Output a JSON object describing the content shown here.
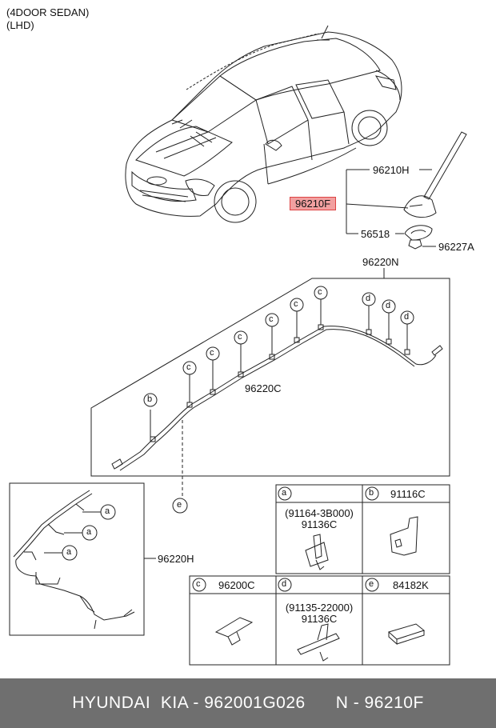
{
  "header": {
    "line1": "(4DOOR SEDAN)",
    "line2": "(LHD)"
  },
  "parts": {
    "p96210H": "96210H",
    "p96210F": "96210F",
    "p56518": "56518",
    "p96227A": "96227A",
    "p96220N": "96220N",
    "p96220C": "96220C",
    "p96220H": "96220H"
  },
  "callouts": {
    "a": "a",
    "b": "b",
    "c": "c",
    "d": "d",
    "e": "e"
  },
  "table": {
    "a": {
      "letter": "a",
      "line1": "(91164-3B000)",
      "line2": "91136C"
    },
    "b": {
      "letter": "b",
      "part": "91116C"
    },
    "c": {
      "letter": "c",
      "part": "96200C"
    },
    "d": {
      "letter": "d",
      "line1": "(91135-22000)",
      "line2": "91136C"
    },
    "e": {
      "letter": "e",
      "part": "84182K"
    }
  },
  "highlight_color": "#f2a0a0",
  "footer": {
    "brand": "HYUNDAI  KIA - 962001G026",
    "ref": "N - 96210F"
  }
}
